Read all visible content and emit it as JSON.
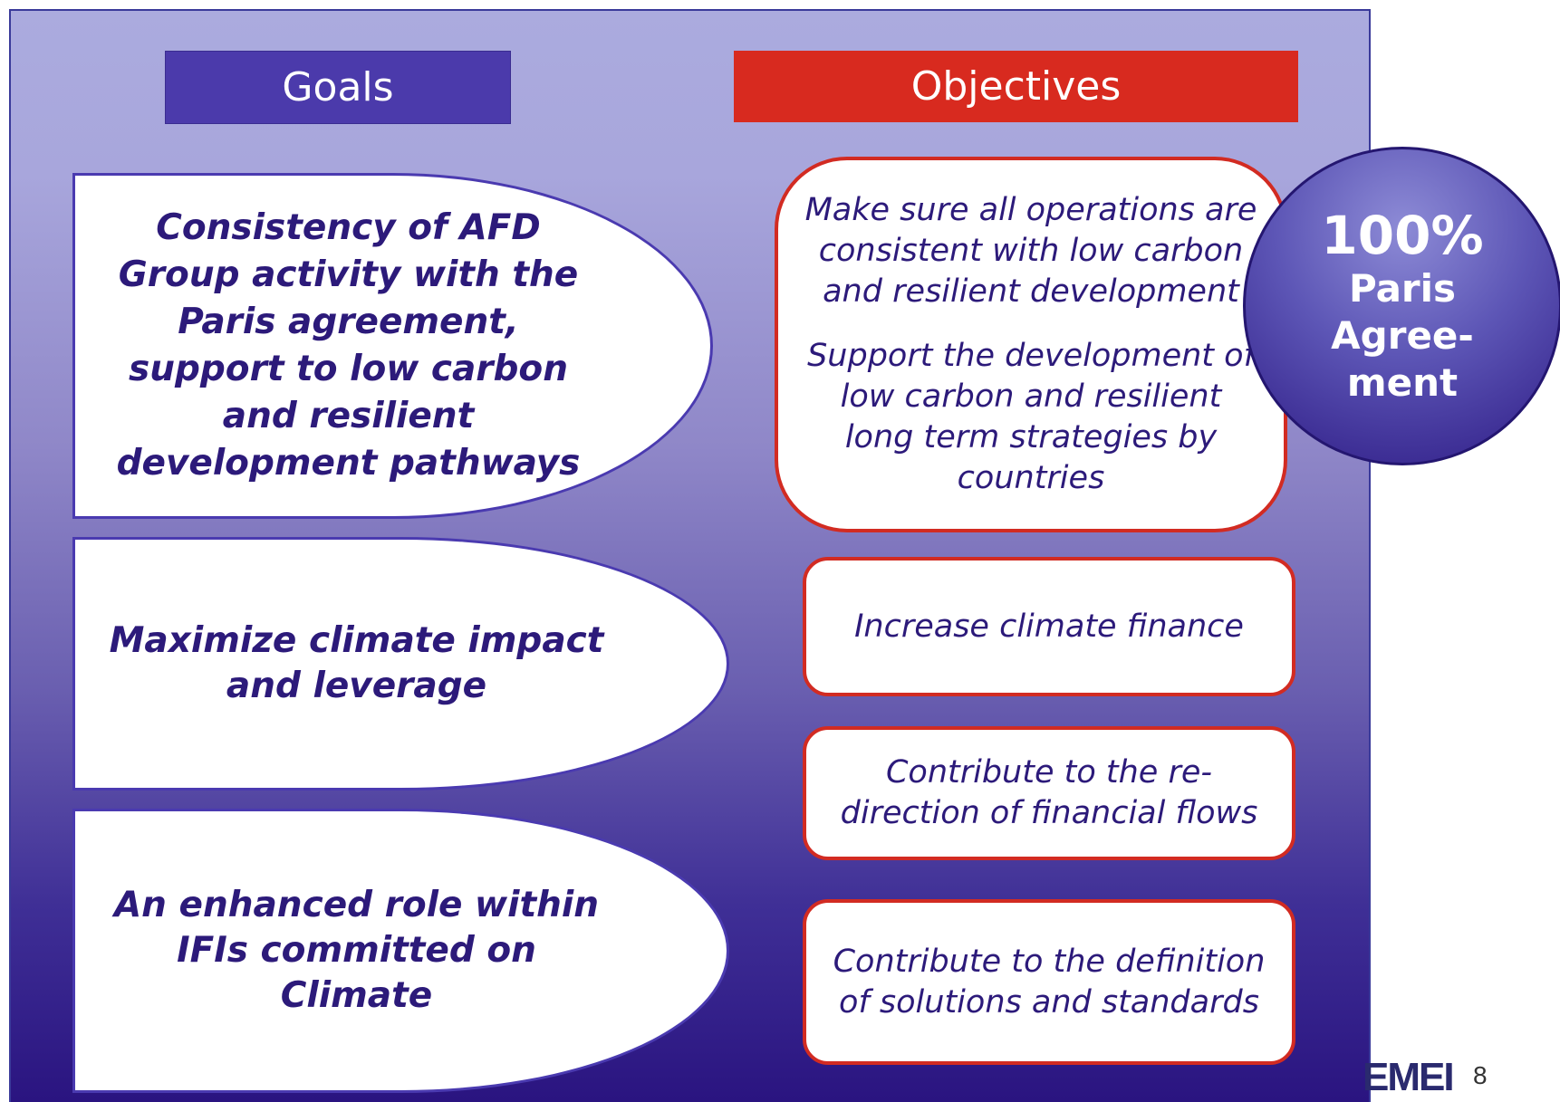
{
  "headers": {
    "goals": "Goals",
    "objectives": "Objectives"
  },
  "goals": [
    "Consistency of AFD Group activity with the Paris agreement, support to low carbon and resilient development pathways",
    "Maximize climate impact and leverage",
    "An enhanced role within IFIs committed on Climate"
  ],
  "objectives": {
    "first_a": "Make sure all operations are consistent with low carbon and resilient development",
    "first_b": "Support the development of low carbon and resilient long term strategies by countries",
    "second": "Increase climate finance",
    "third": "Contribute to the re-direction of financial flows",
    "fourth": "Contribute to the definition of solutions and standards"
  },
  "badge": {
    "percent": "100%",
    "label": "Paris Agree-ment"
  },
  "footer": {
    "logo_fragment": "EMEI",
    "page_number": "8"
  },
  "colors": {
    "goals_header": "#4b3aab",
    "objectives_header": "#d82a1f",
    "goal_text": "#2c1a7a",
    "objective_border": "#d22b22"
  }
}
